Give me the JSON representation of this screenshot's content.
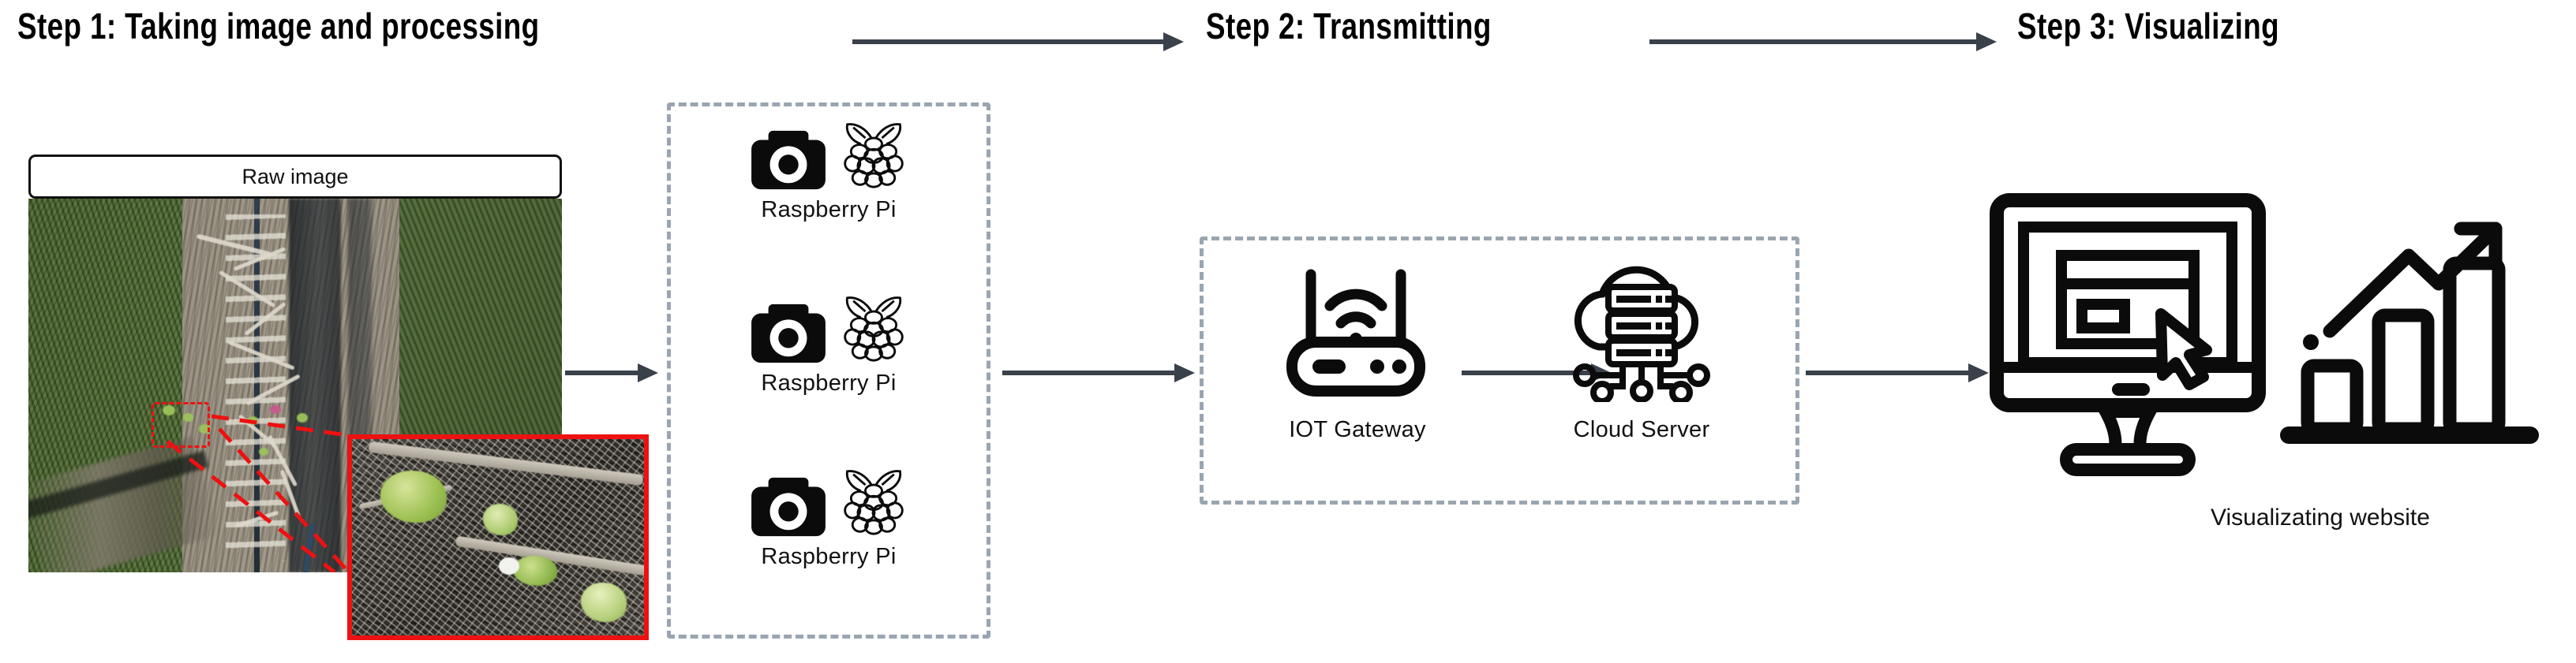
{
  "steps": [
    {
      "id": "step1",
      "label": "Step 1:  Taking image and processing"
    },
    {
      "id": "step2",
      "label": "Step 2: Transmitting"
    },
    {
      "id": "step3",
      "label": "Step 3: Visualizing"
    }
  ],
  "step1": {
    "raw_image_caption": "Raw image",
    "photo_alt": "aerial-orchard-photo",
    "roi_alt": "red-dashed-region-of-interest",
    "inset_alt": "zoomed-crop-of-buds",
    "devices": [
      {
        "label": "Raspberry Pi",
        "camera_icon": "camera-icon",
        "logo_icon": "raspberry-pi-logo-icon"
      },
      {
        "label": "Raspberry Pi",
        "camera_icon": "camera-icon",
        "logo_icon": "raspberry-pi-logo-icon"
      },
      {
        "label": "Raspberry Pi",
        "camera_icon": "camera-icon",
        "logo_icon": "raspberry-pi-logo-icon"
      }
    ]
  },
  "step2": {
    "nodes": [
      {
        "label": "IOT Gateway",
        "icon": "wifi-router-icon"
      },
      {
        "label": "Cloud Server",
        "icon": "cloud-server-icon"
      }
    ]
  },
  "step3": {
    "monitor_icon": "monitor-with-cursor-icon",
    "chart_icon": "bar-chart-growth-icon",
    "caption": "Visualizating website"
  },
  "arrows": [
    {
      "name": "header-arrow-1-to-2"
    },
    {
      "name": "header-arrow-2-to-3"
    },
    {
      "name": "flow-arrow-photo-to-devices"
    },
    {
      "name": "flow-arrow-devices-to-gateway"
    },
    {
      "name": "flow-arrow-gateway-to-cloud"
    },
    {
      "name": "flow-arrow-cloud-to-monitor"
    }
  ],
  "colors": {
    "arrow": "#3a414b",
    "dashed_border": "#9aa5b1",
    "roi_red": "#ee1111",
    "icon_black": "#0b0b0b",
    "background": "#ffffff"
  }
}
